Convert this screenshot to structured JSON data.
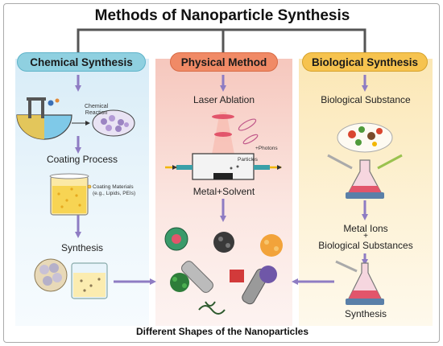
{
  "title": "Methods of Nanoparticle Synthesis",
  "columns": {
    "chemical": {
      "header": "Chemical Synthesis",
      "reaction_label": "Chemical\nReaction",
      "step2": "Coating Process",
      "coating_note_line1": "Coating Materials",
      "coating_note_line2": "(e.g., Lipids, PEIs)",
      "step3": "Synthesis"
    },
    "physical": {
      "header": "Physical Method",
      "step1": "Laser Ablation",
      "photons_label": "+Photons",
      "particles_label": "Particles",
      "step2": "Metal+Solvent"
    },
    "biological": {
      "header": "Biological Synthesis",
      "step1": "Biological Substance",
      "step2_line1": "Metal Ions",
      "step2_plus": "+",
      "step2_line2": "Biological Substances",
      "step3": "Synthesis"
    }
  },
  "bottom_label": "Different Shapes of the Nanoparticles",
  "colors": {
    "chemical": "#8fd0e0",
    "physical": "#f08a66",
    "biological": "#f6c34f",
    "arrow": "#8e7cc3",
    "connector": "#555555"
  }
}
